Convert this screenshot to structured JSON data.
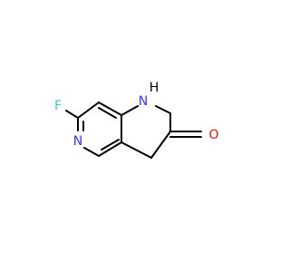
{
  "molecule": {
    "atoms": {
      "fluorine": {
        "symbol": "F",
        "color": "#33cccc"
      },
      "pyridine_nitrogen": {
        "symbol": "N",
        "color": "#3333ff"
      },
      "amide_nitrogen": {
        "symbol": "N",
        "color": "#3333ff"
      },
      "amide_hydrogen": {
        "symbol": "H",
        "color": "#000000"
      },
      "carbonyl_oxygen": {
        "symbol": "O",
        "color": "#ff0d0d"
      }
    },
    "bond_color": "#000000"
  }
}
